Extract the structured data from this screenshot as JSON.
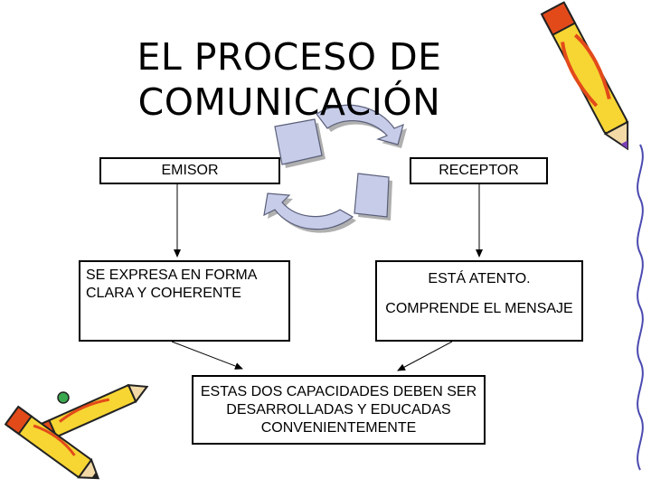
{
  "title": {
    "line1": "EL PROCESO DE",
    "line2": "COMUNICACIÓN"
  },
  "nodes": {
    "emisor": "EMISOR",
    "receptor": "RECEPTOR",
    "emisor_desc": "SE EXPRESA EN FORMA CLARA Y COHERENTE",
    "receptor_desc_1": "ESTÁ ATENTO.",
    "receptor_desc_2": "COMPRENDE EL MENSAJE",
    "result": "ESTAS DOS CAPACIDADES DEBEN SER DESARROLLADAS Y EDUCADAS CONVENIENTEMENTE"
  },
  "decorations": {
    "cycle_icon": "recycle-arrows-icon",
    "pencil_icons": [
      "pencil-icon",
      "pencil-icon",
      "pencil-icon"
    ],
    "border": "wavy-line-border",
    "colors": {
      "cycle_fill": "#c7cde8",
      "pencil_body": "#f7d533",
      "pencil_accent": "#e34a1a",
      "pencil_eraser": "#3aa84e"
    }
  }
}
